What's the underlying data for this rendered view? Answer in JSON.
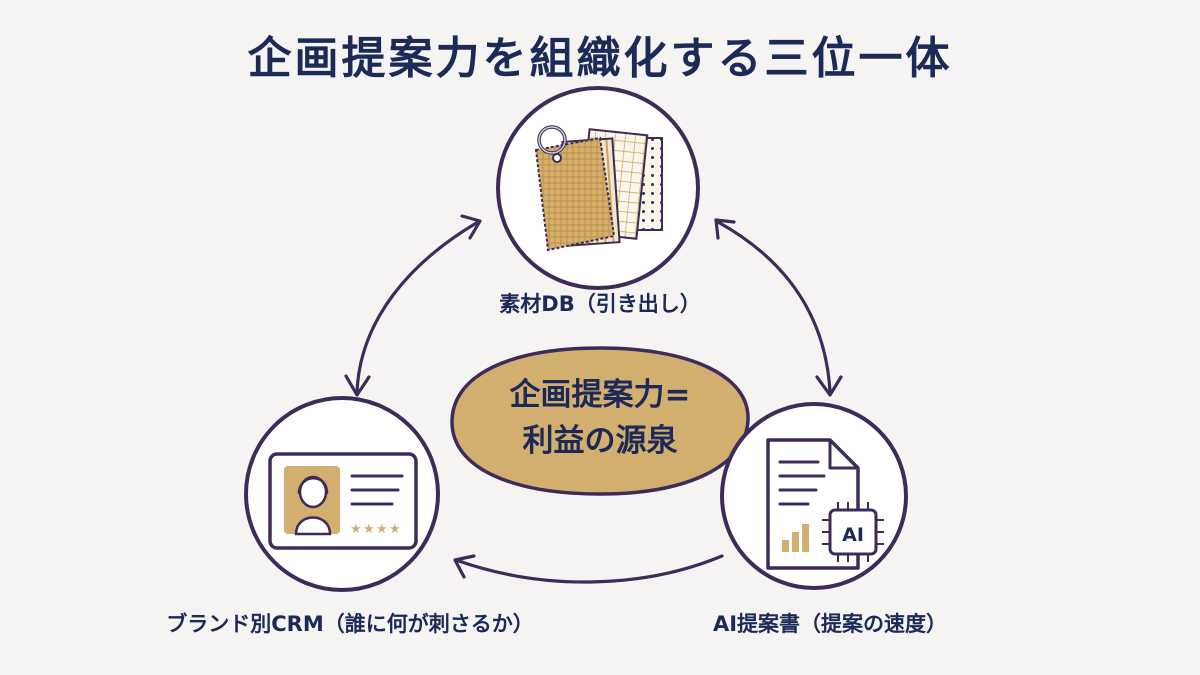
{
  "title": "企画提案力を組織化する三位一体",
  "center": {
    "line1": "企画提案力=",
    "line2": "利益の源泉"
  },
  "nodes": {
    "material_db": {
      "label": "素材DB（引き出し）",
      "icon": "fabric-swatch-icon"
    },
    "brand_crm": {
      "label": "ブランド別CRM（誰に何が刺さるか）",
      "icon": "customer-profile-card-icon",
      "rating": 4
    },
    "ai_proposal": {
      "label": "AI提案書（提案の速度）",
      "icon": "ai-document-icon",
      "chip_text": "AI"
    }
  },
  "colors": {
    "navy": "#1c2a57",
    "purple": "#3d2b5a",
    "gold": "#d2ae6f",
    "background": "#f5f4f2"
  }
}
